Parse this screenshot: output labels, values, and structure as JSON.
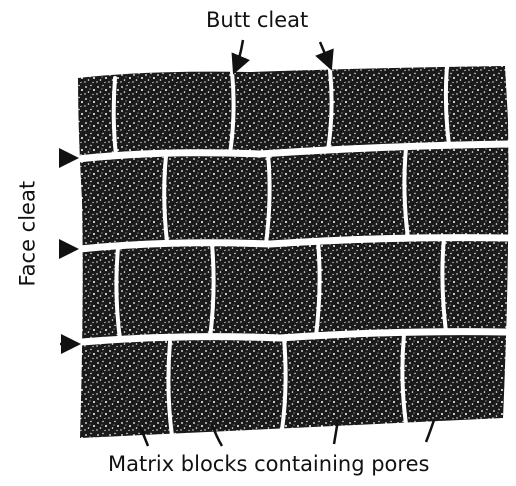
{
  "labels": {
    "butt_cleat": "Butt cleat",
    "face_cleat": "Face cleat",
    "matrix_blocks": "Matrix blocks containing pores"
  },
  "colors": {
    "ink": "#111111",
    "cleat": "#ffffff",
    "background": "#ffffff"
  }
}
